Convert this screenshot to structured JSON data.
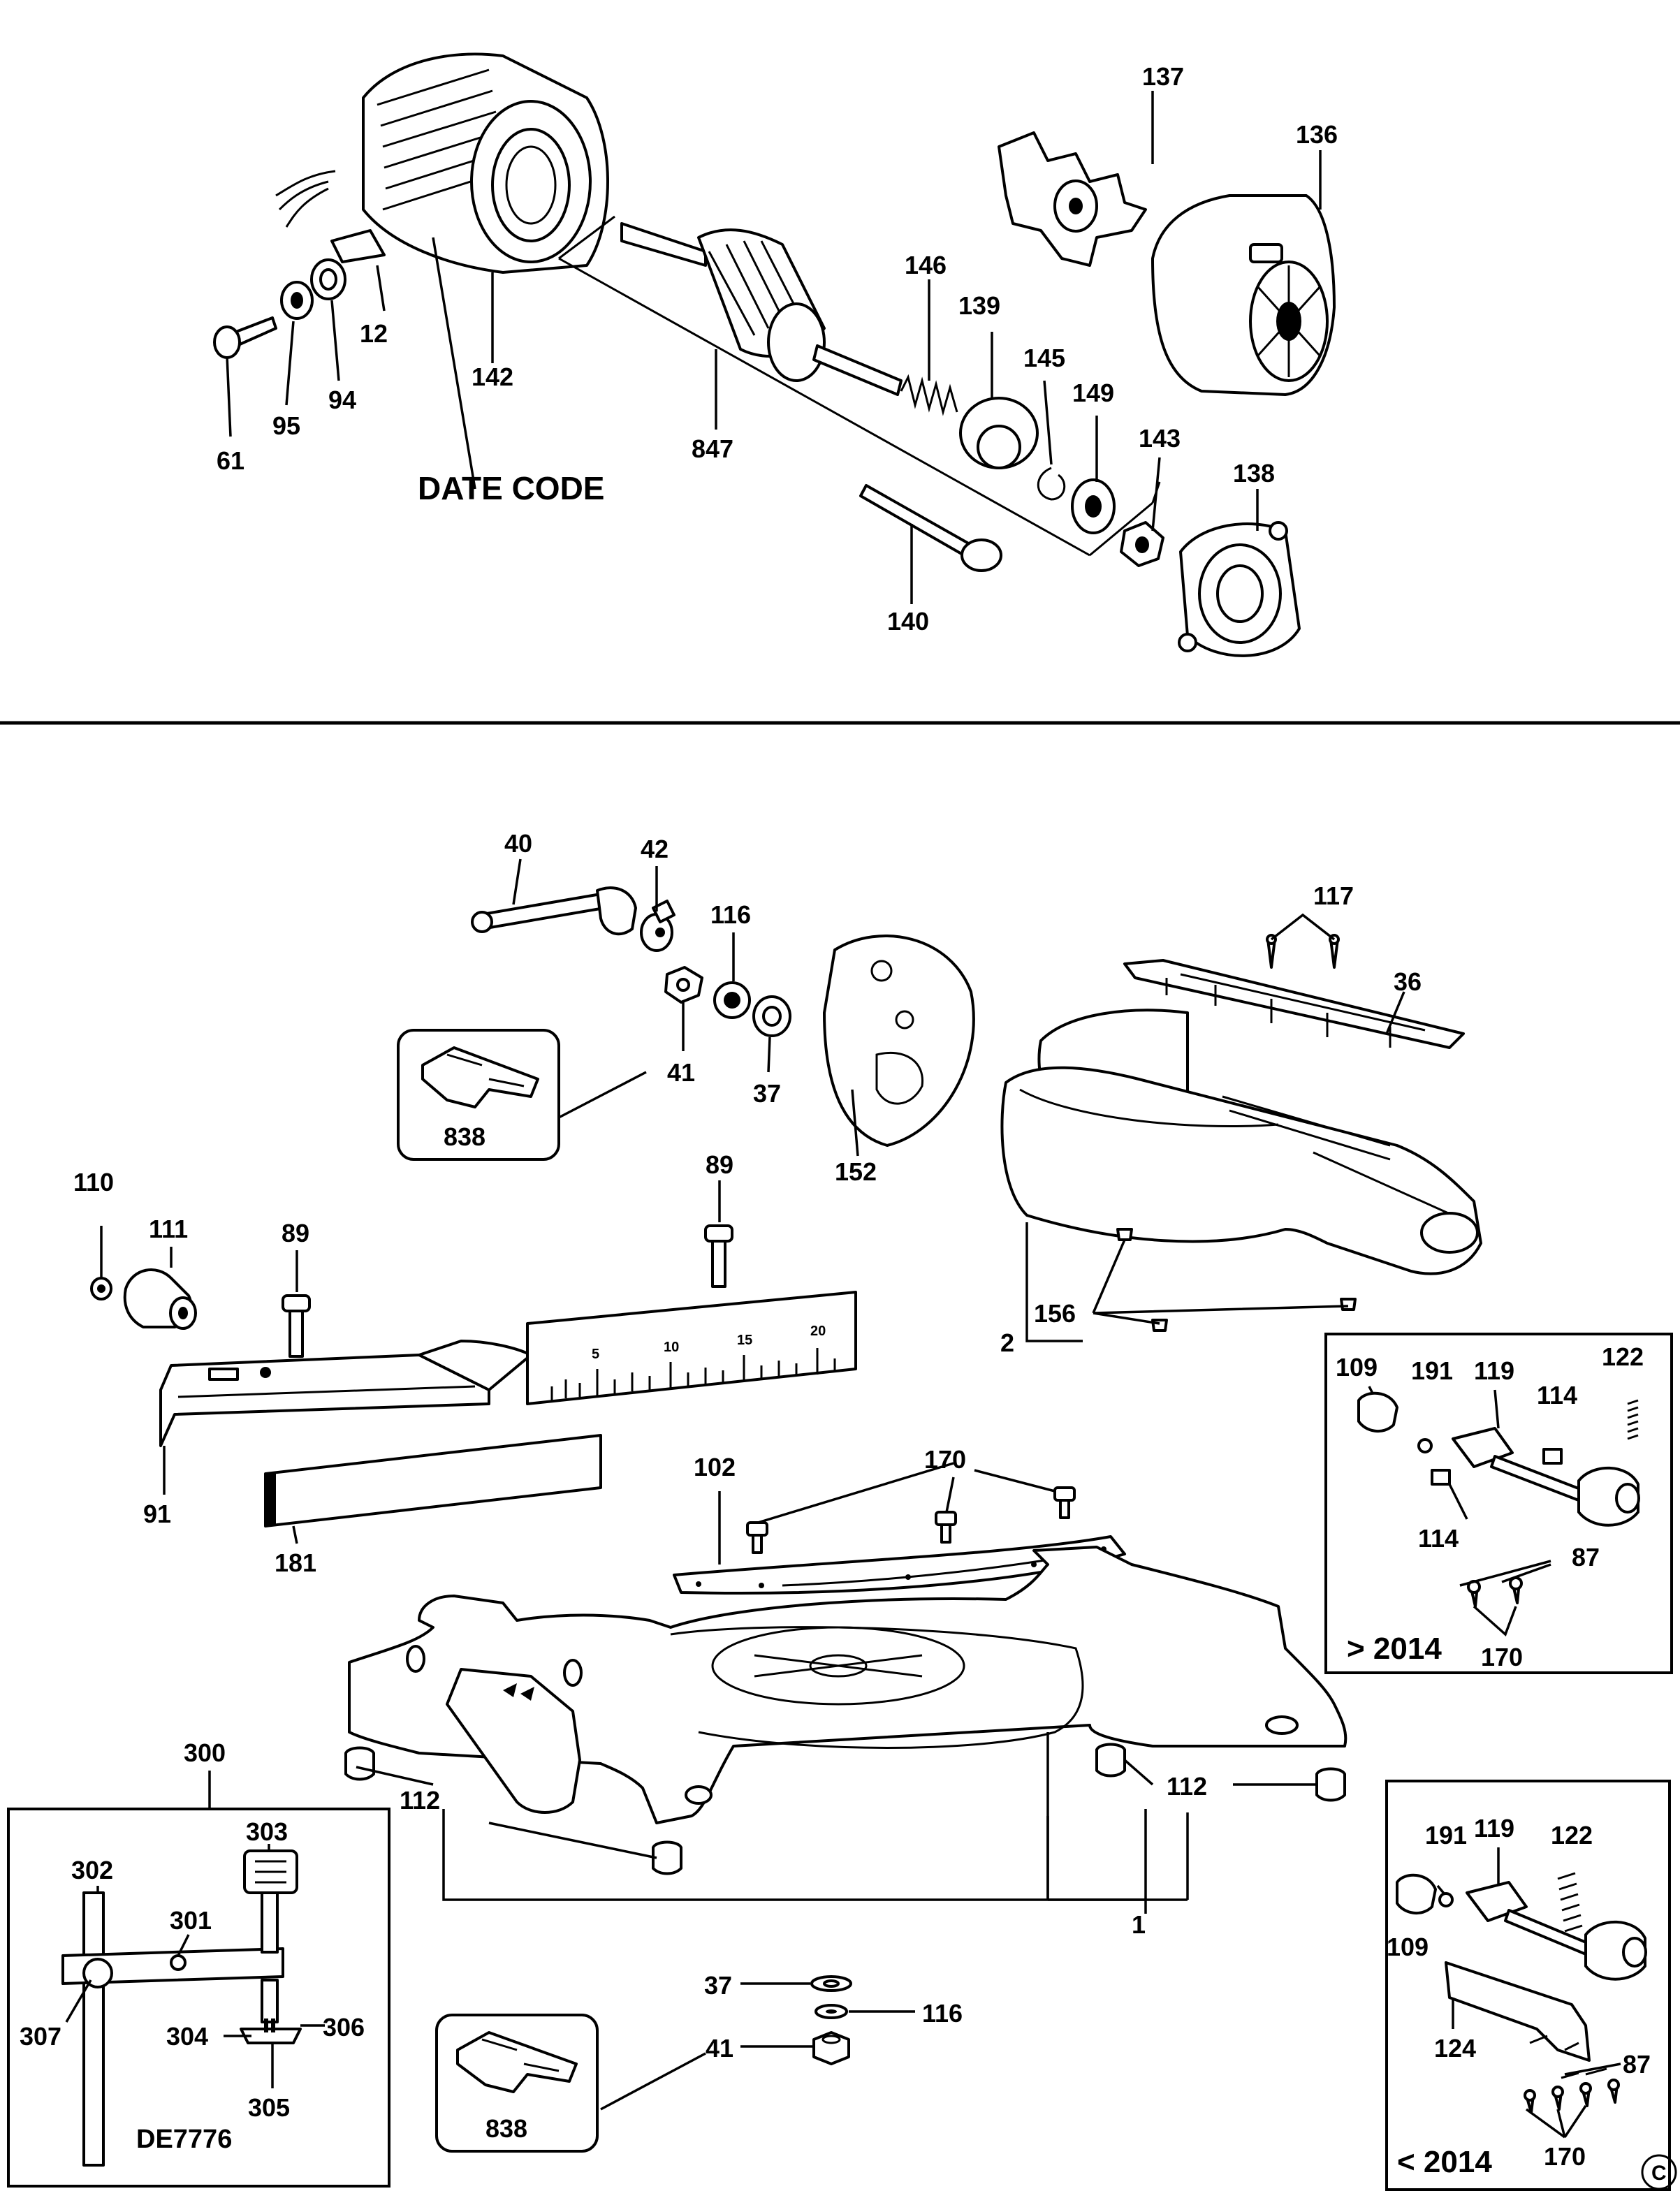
{
  "labels": {
    "l137": "137",
    "l136": "136",
    "l146": "146",
    "l139": "139",
    "l145": "145",
    "l149": "149",
    "l143": "143",
    "l138": "138",
    "l140": "140",
    "l847": "847",
    "l142": "142",
    "l12": "12",
    "l94": "94",
    "l95": "95",
    "l61": "61",
    "date_code": "DATE CODE",
    "l40": "40",
    "l42": "42",
    "l116a": "116",
    "l41a": "41",
    "l37a": "37",
    "l152": "152",
    "l838a": "838",
    "l117": "117",
    "l36": "36",
    "l156": "156",
    "l2": "2",
    "l110": "110",
    "l111": "111",
    "l89a": "89",
    "l89b": "89",
    "l91": "91",
    "l181": "181",
    "l102": "102",
    "l170a": "170",
    "l112a": "112",
    "l112b": "112",
    "l1": "1",
    "l300": "300",
    "l302": "302",
    "l303": "303",
    "l301": "301",
    "l307": "307",
    "l304": "304",
    "l306": "306",
    "l305": "305",
    "de7776": "DE7776",
    "l37b": "37",
    "l116b": "116",
    "l41b": "41",
    "l838b": "838",
    "r109": "109",
    "r191": "191",
    "r119": "119",
    "r114a": "114",
    "r122": "122",
    "r114b": "114",
    "r87": "87",
    "r170": "170",
    "after2014": "> 2014",
    "s119": "119",
    "s191": "191",
    "s122": "122",
    "s109": "109",
    "s124": "124",
    "s87": "87",
    "s170": "170",
    "before2014": "< 2014",
    "copyright": "C",
    "scale": [
      "5",
      "10",
      "15",
      "20"
    ]
  }
}
